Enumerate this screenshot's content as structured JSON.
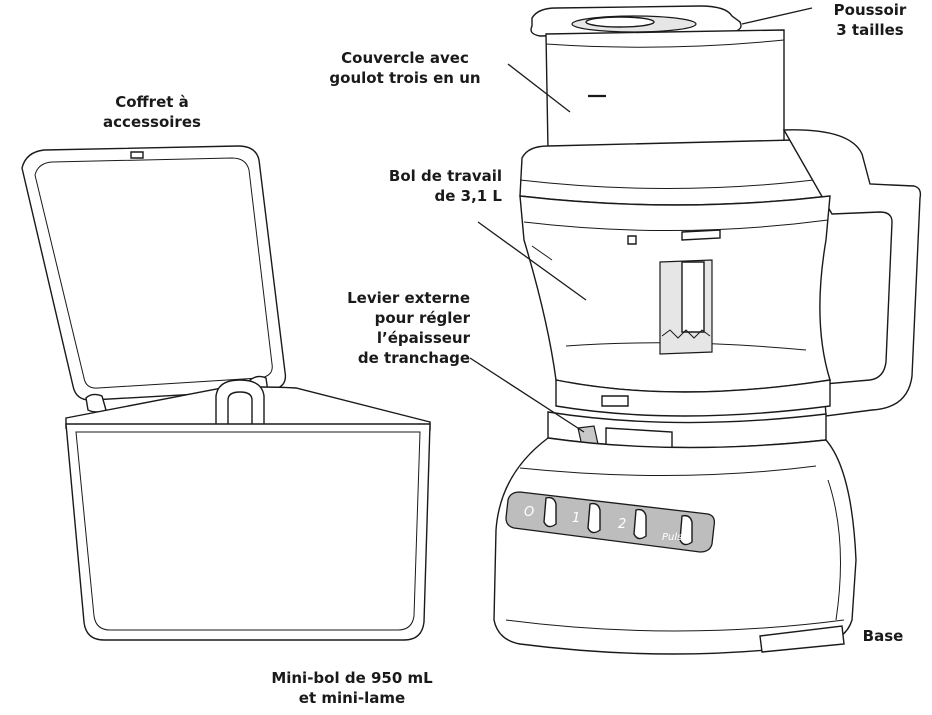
{
  "labels": {
    "coffret": [
      "Coffret à",
      "accessoires"
    ],
    "couvercle": [
      "Couvercle avec",
      "goulot trois en un"
    ],
    "bol": [
      "Bol de travail",
      "de 3,1 L"
    ],
    "levier": [
      "Levier externe",
      "pour régler",
      "l’épaisseur",
      "de tranchage"
    ],
    "poussoir": [
      "Poussoir",
      "3 tailles"
    ],
    "base": [
      "Base"
    ],
    "minibol": [
      "Mini-bol de 950 mL",
      "et mini-lame"
    ]
  },
  "control_panel": {
    "buttons": [
      "O",
      "1",
      "2",
      "Pulse"
    ]
  },
  "colors": {
    "ink": "#1a1a1a",
    "panel": "#bdbdbd",
    "fill_light": "#e6e6e6"
  }
}
